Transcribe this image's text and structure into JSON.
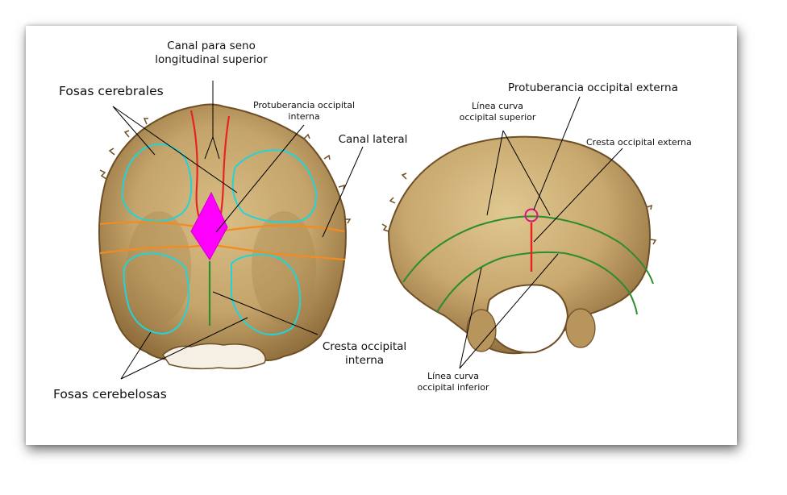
{
  "figure": {
    "left_view": {
      "labels": {
        "canal_seno": "Canal para seno\nlongitudinal superior",
        "fosas_cerebrales": "Fosas cerebrales",
        "protuberancia_interna": "Protuberancia occipital\ninterna",
        "canal_lateral": "Canal lateral",
        "cresta_interna": "Cresta occipital\ninterna",
        "fosas_cerebelosas": "Fosas cerebelosas"
      }
    },
    "right_view": {
      "labels": {
        "protuberancia_externa": "Protuberancia occipital externa",
        "linea_superior": "Línea curva\noccipital superior",
        "cresta_externa": "Cresta occipital externa",
        "linea_inferior": "Línea curva\noccipital inferior"
      }
    }
  },
  "colors": {
    "fossa_outline": "#22d3d8",
    "sinus_groove": "#e8231f",
    "lateral_groove": "#f58a1f",
    "internal_protuberance": "#ff00ff",
    "crest_and_nuchal_lines": "#2e8b2e",
    "external_protuberance": "#d9127f",
    "bone": "#c9ab72",
    "bone_shadow": "#8d6a3a",
    "leader_line": "#000000"
  },
  "icons": [
    "occipital-bone-internal-view",
    "occipital-bone-external-view"
  ]
}
